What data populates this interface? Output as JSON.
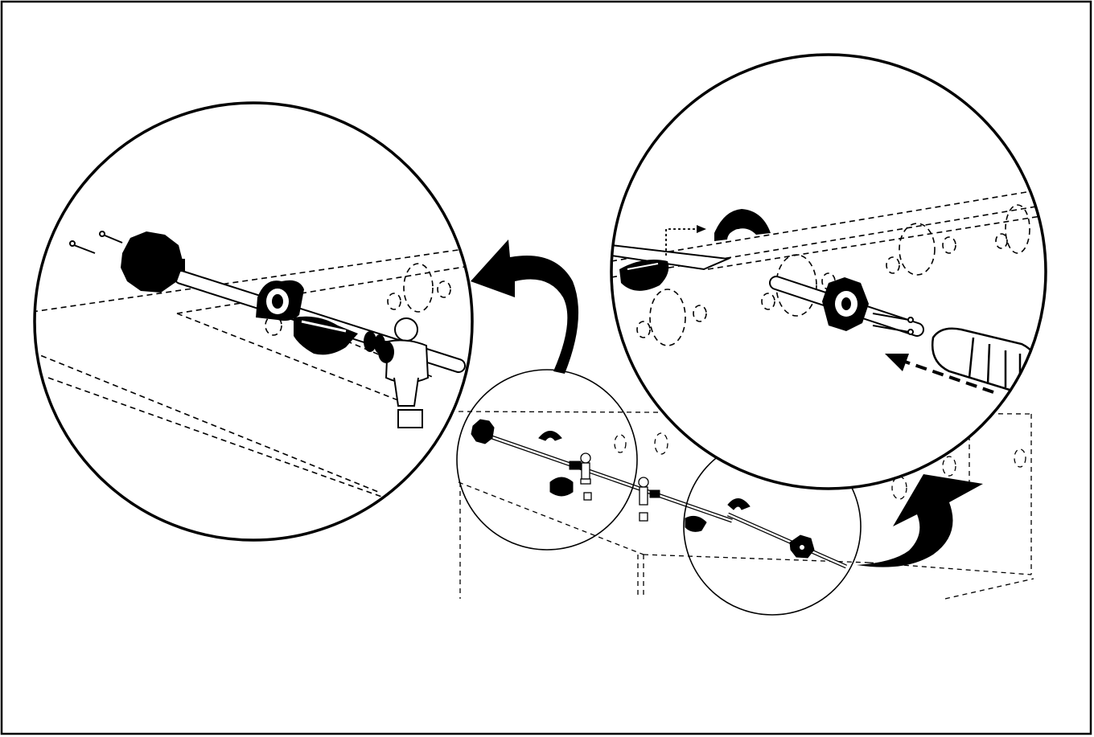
{
  "diagram": {
    "kind": "assembly-instruction",
    "texts": [],
    "views": [
      "overview",
      "left-detail",
      "right-detail"
    ],
    "callout_arrows": 2,
    "ink_color": "#000000",
    "paper_color": "#ffffff"
  }
}
